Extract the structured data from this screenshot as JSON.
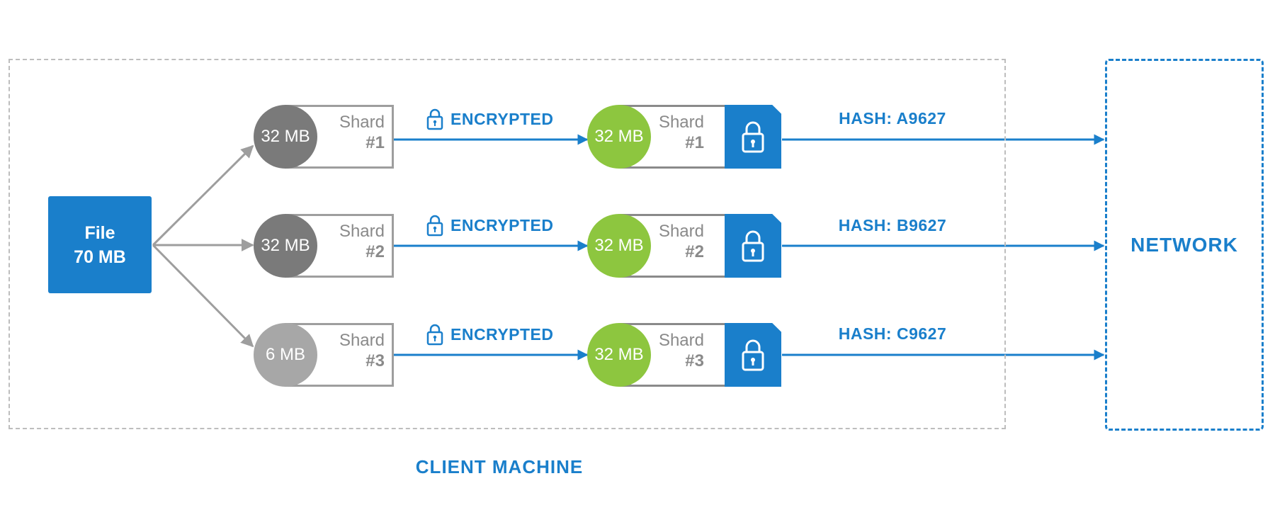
{
  "file": {
    "title": "File",
    "size": "70 MB"
  },
  "client_label": "CLIENT MACHINE",
  "network_label": "NETWORK",
  "colors": {
    "blue": "#1a7fcb",
    "green": "#8dc63f",
    "gray_dark": "#7a7a7a",
    "gray_light": "#a7a7a7"
  },
  "shards": [
    {
      "size": "32 MB",
      "name": "Shard",
      "num": "#1",
      "encrypted_label": "ENCRYPTED",
      "encrypted_size": "32 MB",
      "hash": "HASH: A9627"
    },
    {
      "size": "32 MB",
      "name": "Shard",
      "num": "#2",
      "encrypted_label": "ENCRYPTED",
      "encrypted_size": "32 MB",
      "hash": "HASH: B9627"
    },
    {
      "size": "6 MB",
      "name": "Shard",
      "num": "#3",
      "encrypted_label": "ENCRYPTED",
      "encrypted_size": "32 MB",
      "hash": "HASH: C9627"
    }
  ]
}
